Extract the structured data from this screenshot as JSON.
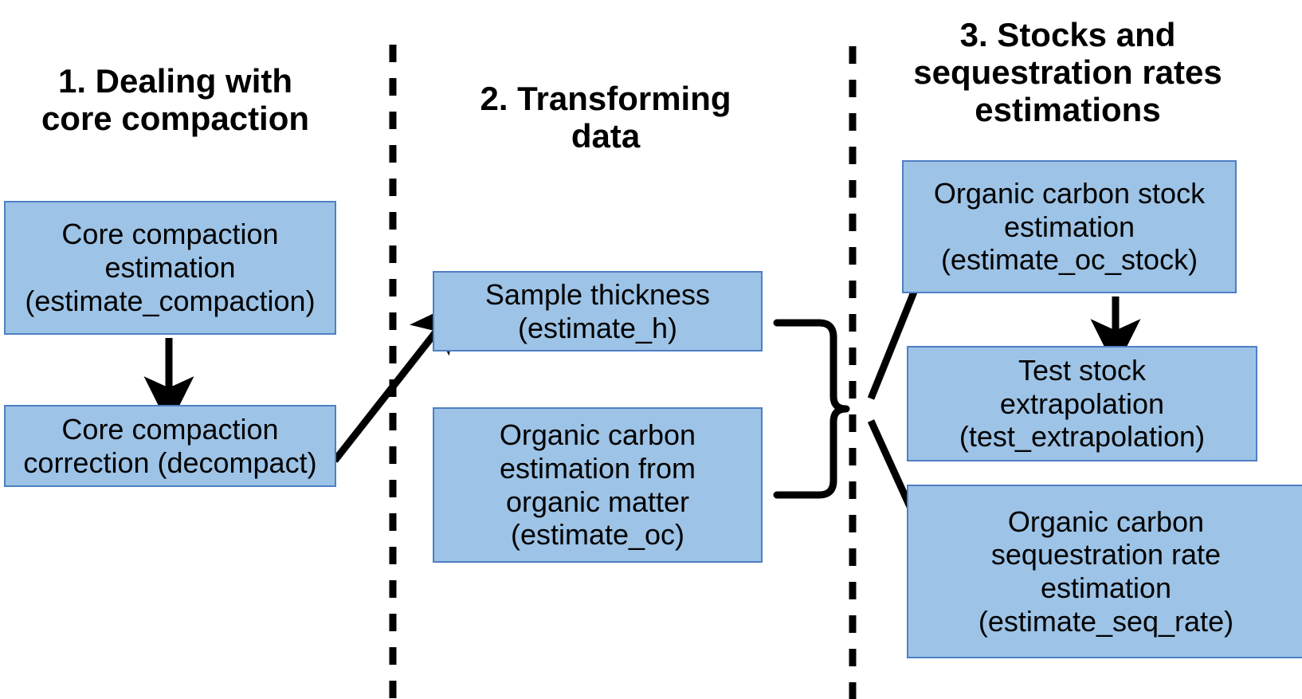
{
  "diagram": {
    "title_columns": [
      {
        "id": "col1",
        "heading": "1. Dealing with\ncore compaction"
      },
      {
        "id": "col2",
        "heading": "2. Transforming\ndata"
      },
      {
        "id": "col3",
        "heading": "3. Stocks and\nsequestration rates\nestimations"
      }
    ],
    "nodes": [
      {
        "id": "n1a",
        "column": "col1",
        "label": "Core compaction\nestimation\n(estimate_compaction)",
        "function": "estimate_compaction"
      },
      {
        "id": "n1b",
        "column": "col1",
        "label": "Core compaction\ncorrection (decompact)",
        "function": "decompact"
      },
      {
        "id": "n2a",
        "column": "col2",
        "label": "Sample thickness\n(estimate_h)",
        "function": "estimate_h"
      },
      {
        "id": "n2b",
        "column": "col2",
        "label": "Organic carbon\nestimation from\norganic matter\n(estimate_oc)",
        "function": "estimate_oc"
      },
      {
        "id": "n3a",
        "column": "col3",
        "label": "Organic carbon stock\nestimation\n(estimate_oc_stock)",
        "function": "estimate_oc_stock"
      },
      {
        "id": "n3b",
        "column": "col3",
        "label": "Test stock\nextrapolation\n(test_extrapolation)",
        "function": "test_extrapolation"
      },
      {
        "id": "n3c",
        "column": "col3",
        "label": "Organic carbon\nsequestration rate\nestimation\n(estimate_seq_rate)",
        "function": "estimate_seq_rate"
      }
    ],
    "edges": [
      {
        "id": "e1",
        "from": "n1a",
        "to": "n1b",
        "kind": "arrow-down"
      },
      {
        "id": "e2",
        "from": "n1b",
        "to": "n2a",
        "kind": "arrow-diagonal-up-right"
      },
      {
        "id": "e3",
        "from": "brace",
        "to": "n3a",
        "kind": "arrow-diagonal-up-right"
      },
      {
        "id": "e4",
        "from": "brace",
        "to": "n3c",
        "kind": "arrow-diagonal-down-right"
      },
      {
        "id": "e5",
        "from": "n3a",
        "to": "n3b",
        "kind": "arrow-down"
      }
    ],
    "groupings": [
      {
        "id": "brace",
        "members": [
          "n2a",
          "n2b"
        ],
        "shape": "right-curly-brace"
      }
    ],
    "dividers": [
      {
        "id": "divider-1",
        "between": [
          "col1",
          "col2"
        ],
        "style": "dashed-vertical"
      },
      {
        "id": "divider-2",
        "between": [
          "col2",
          "col3"
        ],
        "style": "dashed-vertical"
      }
    ],
    "colors": {
      "node_fill": "#9DC3E6",
      "node_border": "#4E7FC4",
      "text": "#000000",
      "connector": "#000000",
      "background": "#FFFFFF"
    }
  }
}
